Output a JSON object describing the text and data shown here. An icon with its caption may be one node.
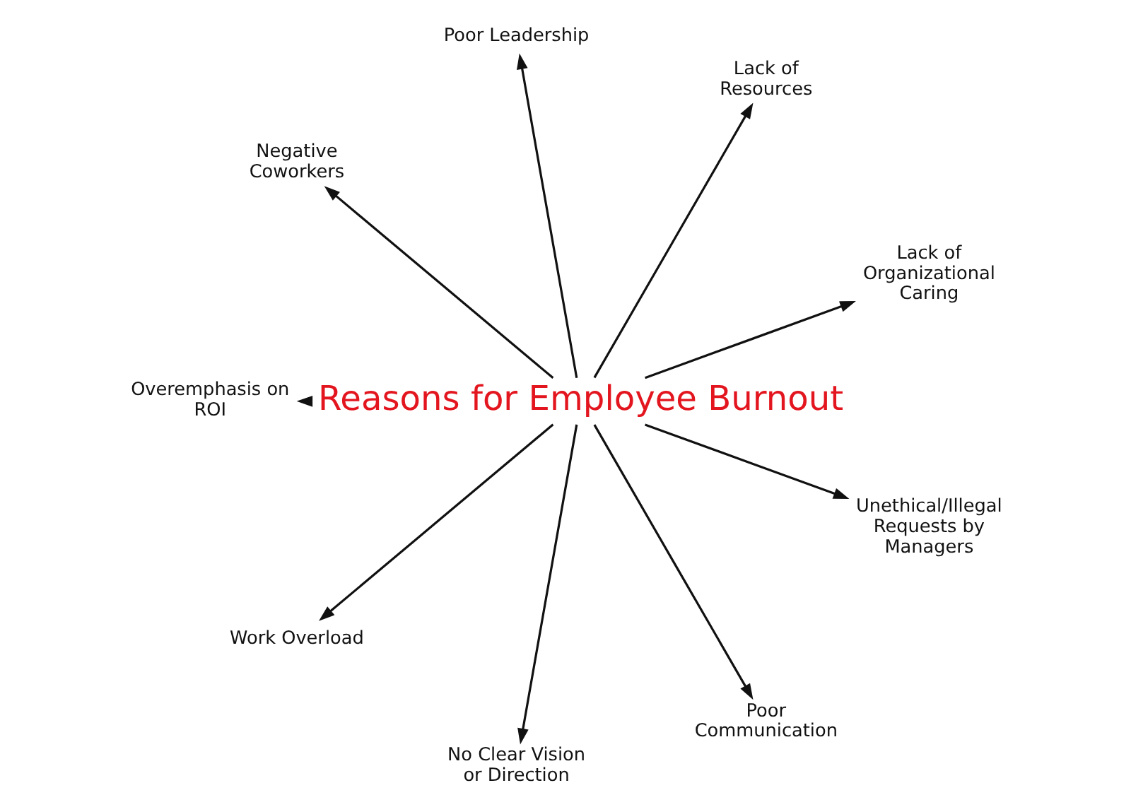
{
  "diagram": {
    "nodes": [
      {
        "text": [
          "Lack of Organizational Caring"
        ]
      },
      {
        "text": [
          "Lack of Resources"
        ]
      },
      {
        "text": [
          "Poor Leadership"
        ]
      },
      {
        "text": [
          "Negative Coworkers"
        ]
      },
      {
        "text": [
          "Overemphasis on ROI"
        ]
      },
      {
        "text": [
          "Reasons for Employee Burnout"
        ]
      },
      {
        "text": [
          "Work Overload"
        ]
      },
      {
        "text": [
          "No Clear Vision or Direction"
        ]
      },
      {
        "text": [
          "Poor Communication"
        ]
      },
      {
        "text": [
          "Unethical/Illegal Requests by Managers"
        ]
      }
    ],
    "edges": [
      {
        "from": 5,
        "to": 2,
        "arrow": "to"
      },
      {
        "from": 5,
        "to": 0,
        "arrow": "to"
      },
      {
        "from": 5,
        "to": 3,
        "arrow": "to"
      },
      {
        "from": 5,
        "to": 1,
        "arrow": "to"
      },
      {
        "from": 5,
        "to": 4,
        "arrow": "to"
      },
      {
        "from": 5,
        "to": 6,
        "arrow": "to"
      },
      {
        "from": 5,
        "to": 8,
        "arrow": "to"
      },
      {
        "from": 5,
        "to": 7,
        "arrow": "to"
      },
      {
        "from": 5,
        "to": 9,
        "arrow": "to"
      }
    ]
  }
}
